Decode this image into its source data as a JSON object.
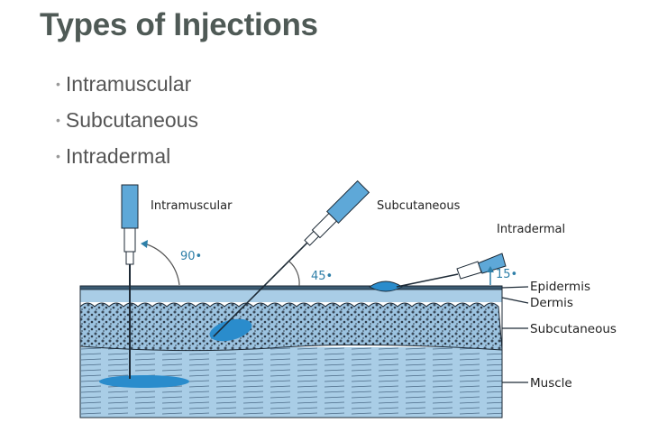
{
  "slide": {
    "title": "Types of Injections",
    "bullets": [
      "Intramuscular",
      "Subcutaneous",
      "Intradermal"
    ]
  },
  "diagram": {
    "injection_labels": {
      "intramuscular": "Intramuscular",
      "subcutaneous": "Subcutaneous",
      "intradermal": "Intradermal"
    },
    "angles": {
      "intramuscular": "90•",
      "subcutaneous": "45•",
      "intradermal": "15•"
    },
    "layer_labels": [
      "Epidermis",
      "Dermis",
      "Subcutaneous",
      "Muscle"
    ],
    "colors": {
      "skin": "#a9cde6",
      "fluid": "#2a8ccc",
      "syringe": "#5ea8d8",
      "angle": "#2e7fa8"
    }
  }
}
